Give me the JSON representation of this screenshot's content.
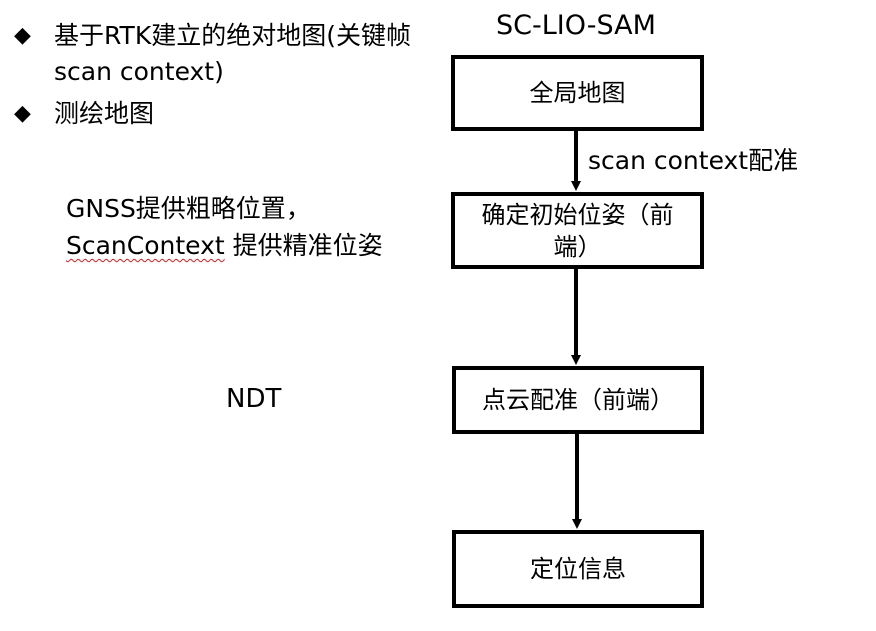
{
  "bullets": [
    {
      "glyph": "◆",
      "text": "基于RTK建立的绝对地图(关键帧scan context)"
    },
    {
      "glyph": "◆",
      "text": "测绘地图"
    }
  ],
  "diagram": {
    "title": "SC-LIO-SAM",
    "nodes": {
      "global_map": "全局地图",
      "init_pose": "确定初始位姿（前端）",
      "registration": "点云配准（前端）",
      "localization": "定位信息"
    },
    "edge_label": "scan context配准"
  },
  "notes": {
    "gnss_line": "GNSS提供粗略位置，",
    "scancontext_word": "ScanContext",
    "scancontext_rest": " 提供精准位姿",
    "ndt": "NDT"
  },
  "colors": {
    "stroke": "#000000",
    "spellcheck_underline": "#d02020"
  }
}
